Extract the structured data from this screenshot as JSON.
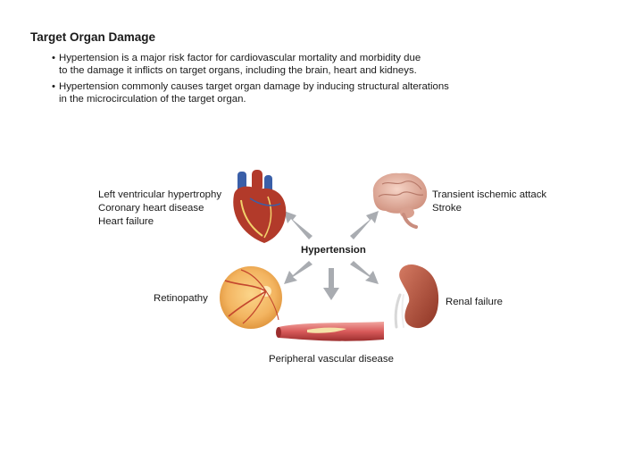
{
  "slide": {
    "title": "Target Organ Damage",
    "bullets": [
      {
        "line1": "Hypertension is a major risk factor for cardiovascular mortality and morbidity due",
        "line2": "to the damage it inflicts on target organs, including the brain, heart and kidneys."
      },
      {
        "line1": "Hypertension commonly causes target organ damage by inducing structural alterations",
        "line2": "in the microcirculation of the target organ."
      }
    ]
  },
  "diagram": {
    "center": "Hypertension",
    "heart": {
      "icon": "heart-icon",
      "items": [
        "Left ventricular hypertrophy",
        "Coronary heart disease",
        "Heart failure"
      ]
    },
    "brain": {
      "icon": "brain-icon",
      "items": [
        "Transient ischemic attack",
        "Stroke"
      ]
    },
    "eye": {
      "icon": "retina-icon",
      "items": [
        "Retinopathy"
      ]
    },
    "kidney": {
      "icon": "kidney-icon",
      "items": [
        "Renal failure"
      ]
    },
    "vessel": {
      "icon": "blood-vessel-icon",
      "items": [
        "Peripheral vascular disease"
      ]
    },
    "colors": {
      "arrow": "#a9acb1",
      "heart_red": "#b23a2a",
      "heart_blue": "#3a5fa8",
      "brain": "#e8b8a8",
      "retina": "#f3b460",
      "kidney": "#b4503e",
      "vessel": "#d95b5b"
    }
  }
}
